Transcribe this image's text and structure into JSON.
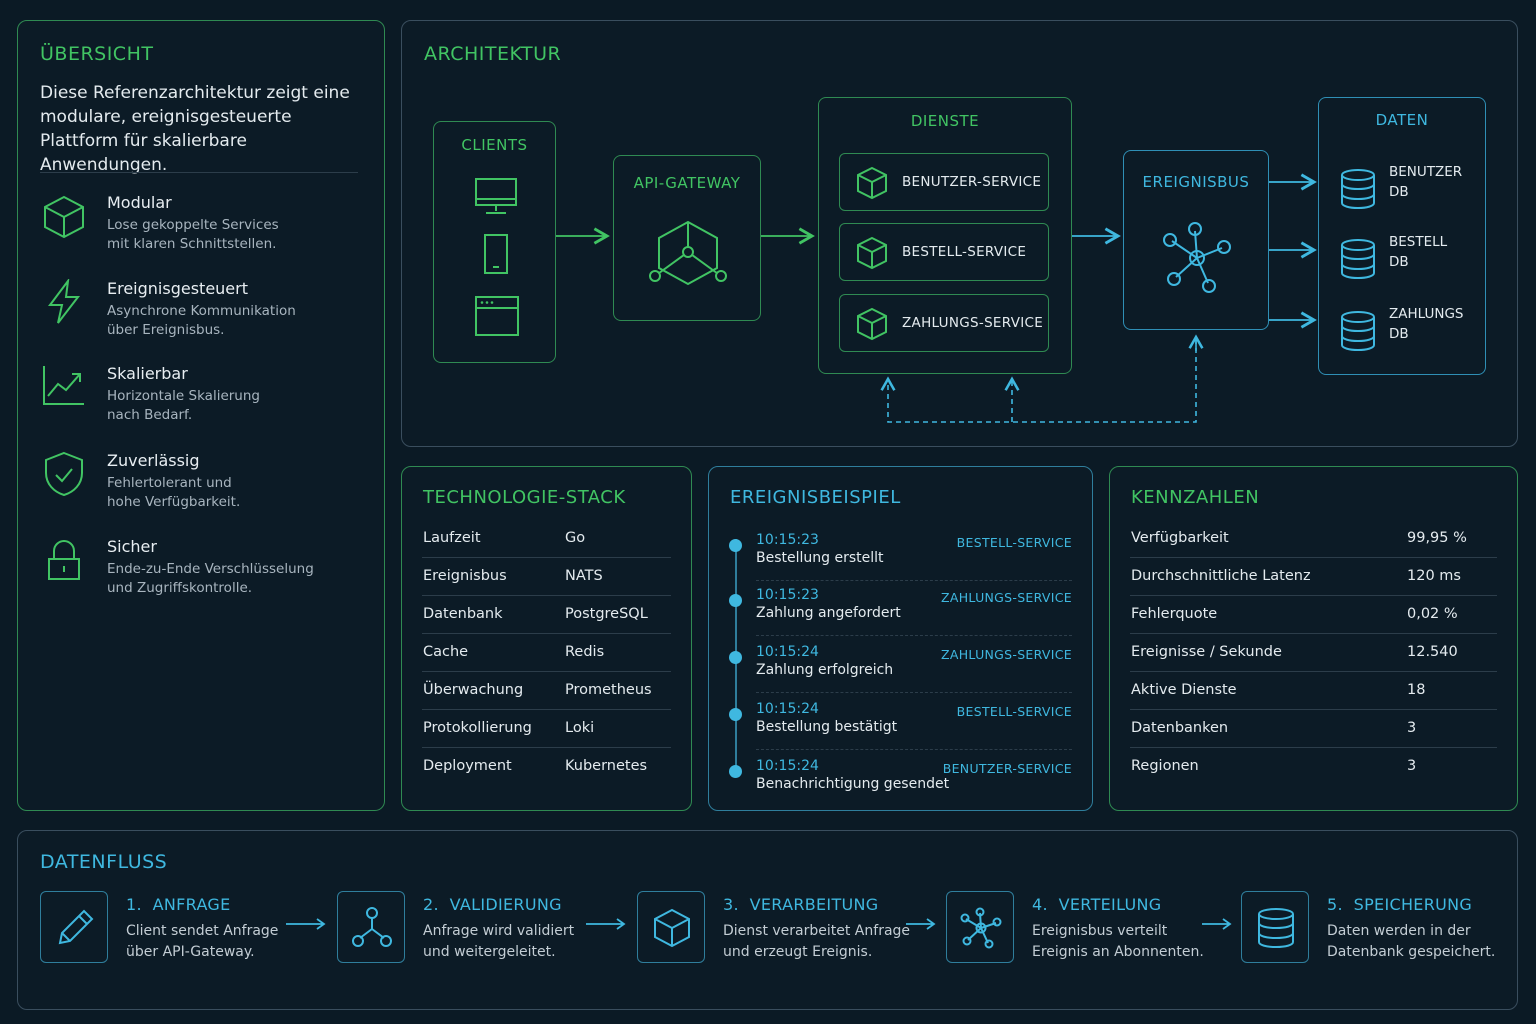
{
  "overview": {
    "title": "ÜBERSICHT",
    "intro": "Diese Referenzarchitektur zeigt eine modulare, ereignisgesteuerte Plattform für skalierbare Anwendungen.",
    "features": [
      {
        "name": "Modular",
        "desc_1": "Lose gekoppelte Services",
        "desc_2": "mit klaren Schnittstellen.",
        "icon": "cube-icon"
      },
      {
        "name": "Ereignisgesteuert",
        "desc_1": "Asynchrone Kommunikation",
        "desc_2": "über Ereignisbus.",
        "icon": "lightning-icon"
      },
      {
        "name": "Skalierbar",
        "desc_1": "Horizontale Skalierung",
        "desc_2": "nach Bedarf.",
        "icon": "trend-chart-icon"
      },
      {
        "name": "Zuverlässig",
        "desc_1": "Fehlertolerant und",
        "desc_2": "hohe Verfügbarkeit.",
        "icon": "shield-check-icon"
      },
      {
        "name": "Sicher",
        "desc_1": "Ende-zu-Ende Verschlüsselung",
        "desc_2": "und Zugriffskontrolle.",
        "icon": "lock-icon"
      }
    ]
  },
  "architecture": {
    "title": "ARCHITEKTUR",
    "clients_label": "CLIENTS",
    "gateway_label": "API-GATEWAY",
    "services_label": "DIENSTE",
    "services": [
      "BENUTZER-SERVICE",
      "BESTELL-SERVICE",
      "ZAHLUNGS-SERVICE"
    ],
    "bus_label": "EREIGNISBUS",
    "data_label": "DATEN",
    "databases": [
      {
        "line1": "BENUTZER",
        "line2": "DB"
      },
      {
        "line1": "BESTELL",
        "line2": "DB"
      },
      {
        "line1": "ZAHLUNGS",
        "line2": "DB"
      }
    ]
  },
  "tech_stack": {
    "title": "TECHNOLOGIE-STACK",
    "rows": [
      {
        "key": "Laufzeit",
        "value": "Go"
      },
      {
        "key": "Ereignisbus",
        "value": "NATS"
      },
      {
        "key": "Datenbank",
        "value": "PostgreSQL"
      },
      {
        "key": "Cache",
        "value": "Redis"
      },
      {
        "key": "Überwachung",
        "value": "Prometheus"
      },
      {
        "key": "Protokollierung",
        "value": "Loki"
      },
      {
        "key": "Deployment",
        "value": "Kubernetes"
      }
    ]
  },
  "events": {
    "title": "EREIGNISBEISPIEL",
    "items": [
      {
        "time": "10:15:23",
        "desc": "Bestellung erstellt",
        "service": "BESTELL-SERVICE"
      },
      {
        "time": "10:15:23",
        "desc": "Zahlung angefordert",
        "service": "ZAHLUNGS-SERVICE"
      },
      {
        "time": "10:15:24",
        "desc": "Zahlung erfolgreich",
        "service": "ZAHLUNGS-SERVICE"
      },
      {
        "time": "10:15:24",
        "desc": "Bestellung bestätigt",
        "service": "BESTELL-SERVICE"
      },
      {
        "time": "10:15:24",
        "desc": "Benachrichtigung gesendet",
        "service": "BENUTZER-SERVICE"
      }
    ]
  },
  "metrics": {
    "title": "KENNZAHLEN",
    "rows": [
      {
        "key": "Verfügbarkeit",
        "value": "99,95 %"
      },
      {
        "key": "Durchschnittliche Latenz",
        "value": "120 ms"
      },
      {
        "key": "Fehlerquote",
        "value": "0,02 %"
      },
      {
        "key": "Ereignisse / Sekunde",
        "value": "12.540"
      },
      {
        "key": "Aktive Dienste",
        "value": "18"
      },
      {
        "key": "Datenbanken",
        "value": "3"
      },
      {
        "key": "Regionen",
        "value": "3"
      }
    ]
  },
  "dataflow": {
    "title": "DATENFLUSS",
    "steps": [
      {
        "num": "1.",
        "title": "ANFRAGE",
        "desc_1": "Client sendet Anfrage",
        "desc_2": "über API-Gateway.",
        "icon": "pencil-icon"
      },
      {
        "num": "2.",
        "title": "VALIDIERUNG",
        "desc_1": "Anfrage wird validiert",
        "desc_2": "und weitergeleitet.",
        "icon": "branch-icon"
      },
      {
        "num": "3.",
        "title": "VERARBEITUNG",
        "desc_1": "Dienst verarbeitet Anfrage",
        "desc_2": "und erzeugt Ereignis.",
        "icon": "cube-icon"
      },
      {
        "num": "4.",
        "title": "VERTEILUNG",
        "desc_1": "Ereignisbus verteilt",
        "desc_2": "Ereignis an Abonnenten.",
        "icon": "hub-icon"
      },
      {
        "num": "5.",
        "title": "SPEICHERUNG",
        "desc_1": "Daten werden in der",
        "desc_2": "Datenbank gespeichert.",
        "icon": "database-icon"
      }
    ]
  },
  "colors": {
    "background": "#0b1a25",
    "accent_green": "#41c463",
    "accent_blue": "#3fb8e0"
  }
}
